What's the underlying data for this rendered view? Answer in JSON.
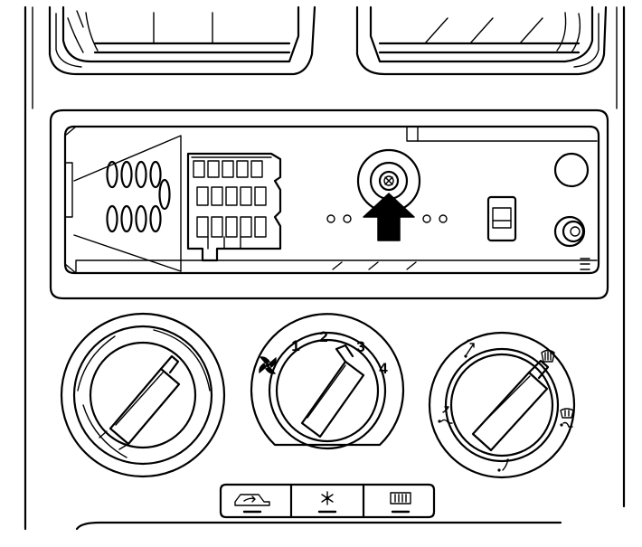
{
  "fan_speed_dial": {
    "labels": [
      "1",
      "2",
      "3",
      "4"
    ]
  },
  "colors": {
    "line": "#000000",
    "background": "#ffffff"
  },
  "icons": {
    "fan_off": "fan-off-icon",
    "arrow": "up-arrow-icon",
    "recirculation": "recirculation-car-icon",
    "air_conditioning": "snowflake-icon",
    "rear_defrost": "rear-window-heater-icon",
    "face_vent": "face-vent-icon",
    "windshield_defrost": "windshield-defrost-icon",
    "floor_vent": "floor-vent-icon"
  }
}
